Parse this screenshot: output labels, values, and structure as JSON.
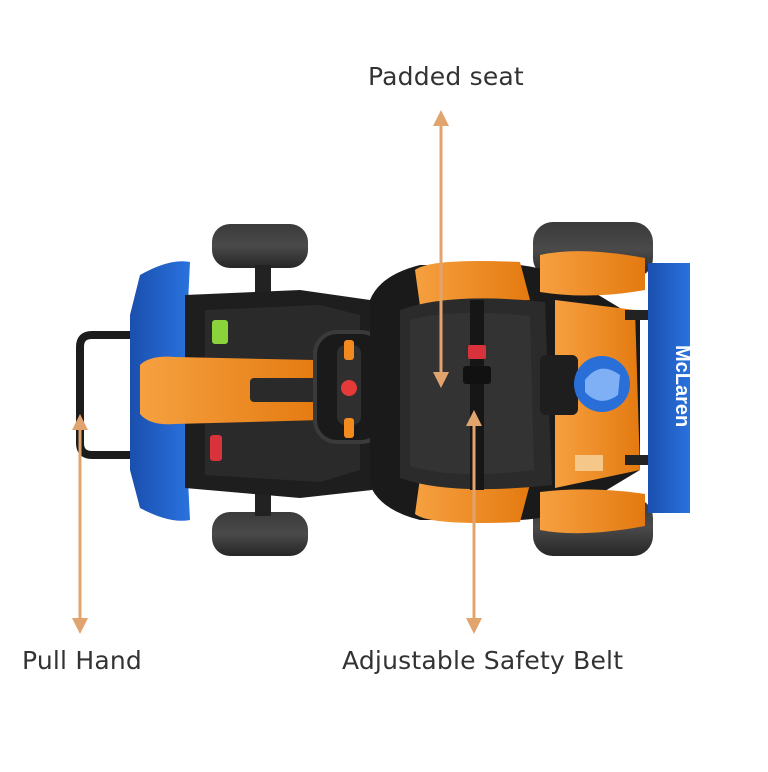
{
  "callouts": {
    "padded_seat": "Padded seat",
    "pull_hand": "Pull Hand",
    "safety_belt": "Adjustable Safety Belt"
  },
  "product": {
    "brand_wordmark": "McLaren"
  },
  "colors": {
    "arrow": "#E2A46F",
    "orange": "#F28A1E",
    "blue": "#1E5FC4",
    "black": "#1C1C1C",
    "tire": "#2B2B2B",
    "text": "#333333"
  }
}
